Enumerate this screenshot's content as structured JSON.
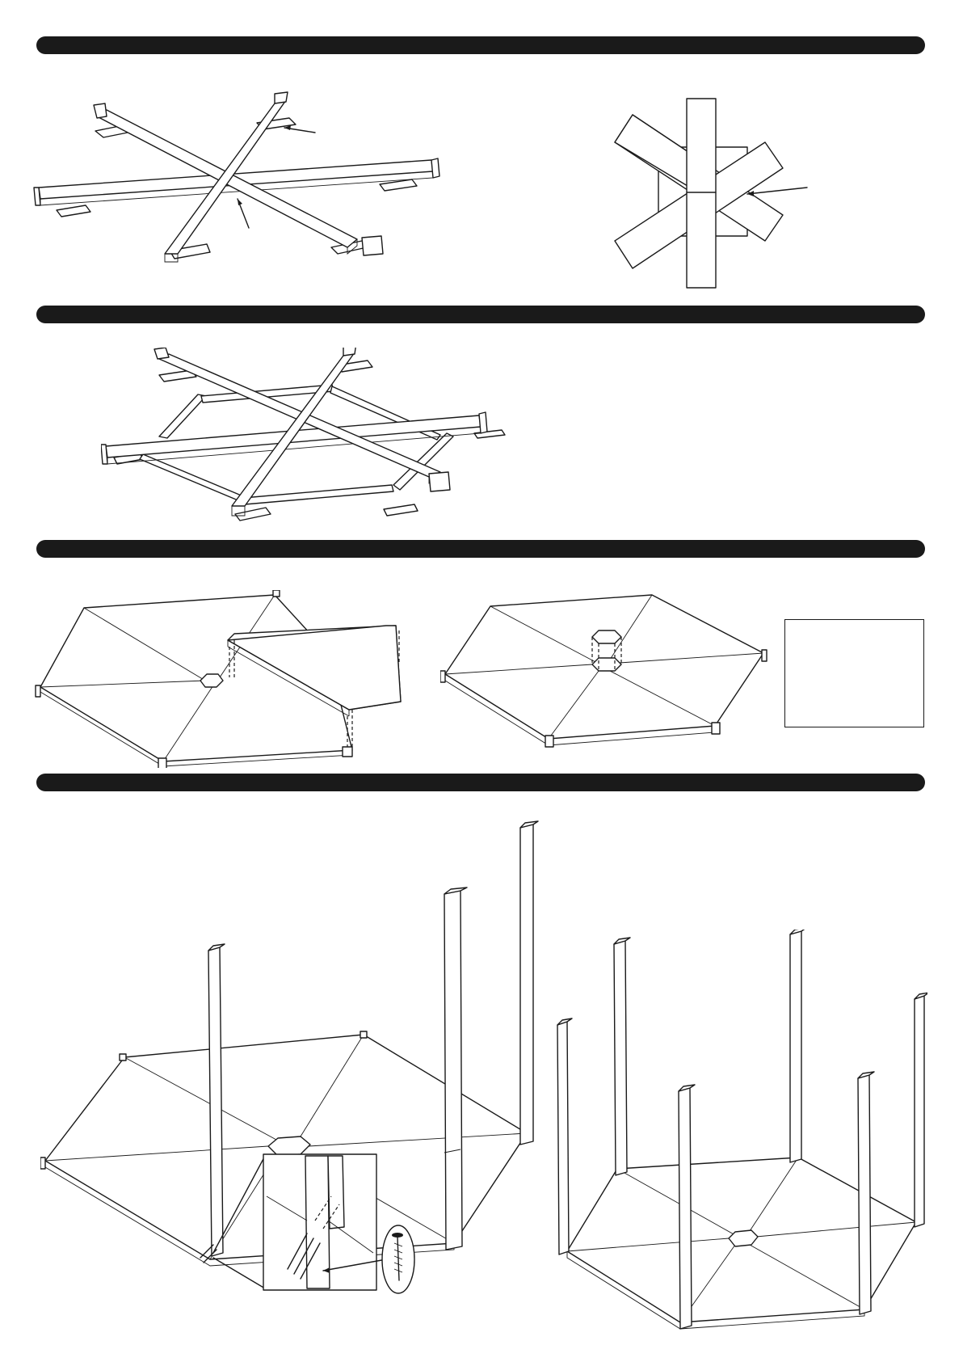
{
  "sections": [
    {
      "id": "step-1",
      "views": [
        "frame-cross-assembly",
        "center-joint-detail"
      ]
    },
    {
      "id": "step-2",
      "views": [
        "frame-perimeter-assembly"
      ]
    },
    {
      "id": "step-3",
      "views": [
        "floor-panel-placement",
        "floor-panels-complete"
      ]
    },
    {
      "id": "step-4",
      "views": [
        "post-installation",
        "posts-complete"
      ]
    }
  ],
  "note_box": {
    "text": ""
  },
  "colors": {
    "line": "#1a1a1a",
    "background": "#ffffff",
    "header_bar": "#1a1a1a"
  },
  "icons": [
    "screw-icon",
    "arrow-icon",
    "magnifier-detail-icon"
  ]
}
